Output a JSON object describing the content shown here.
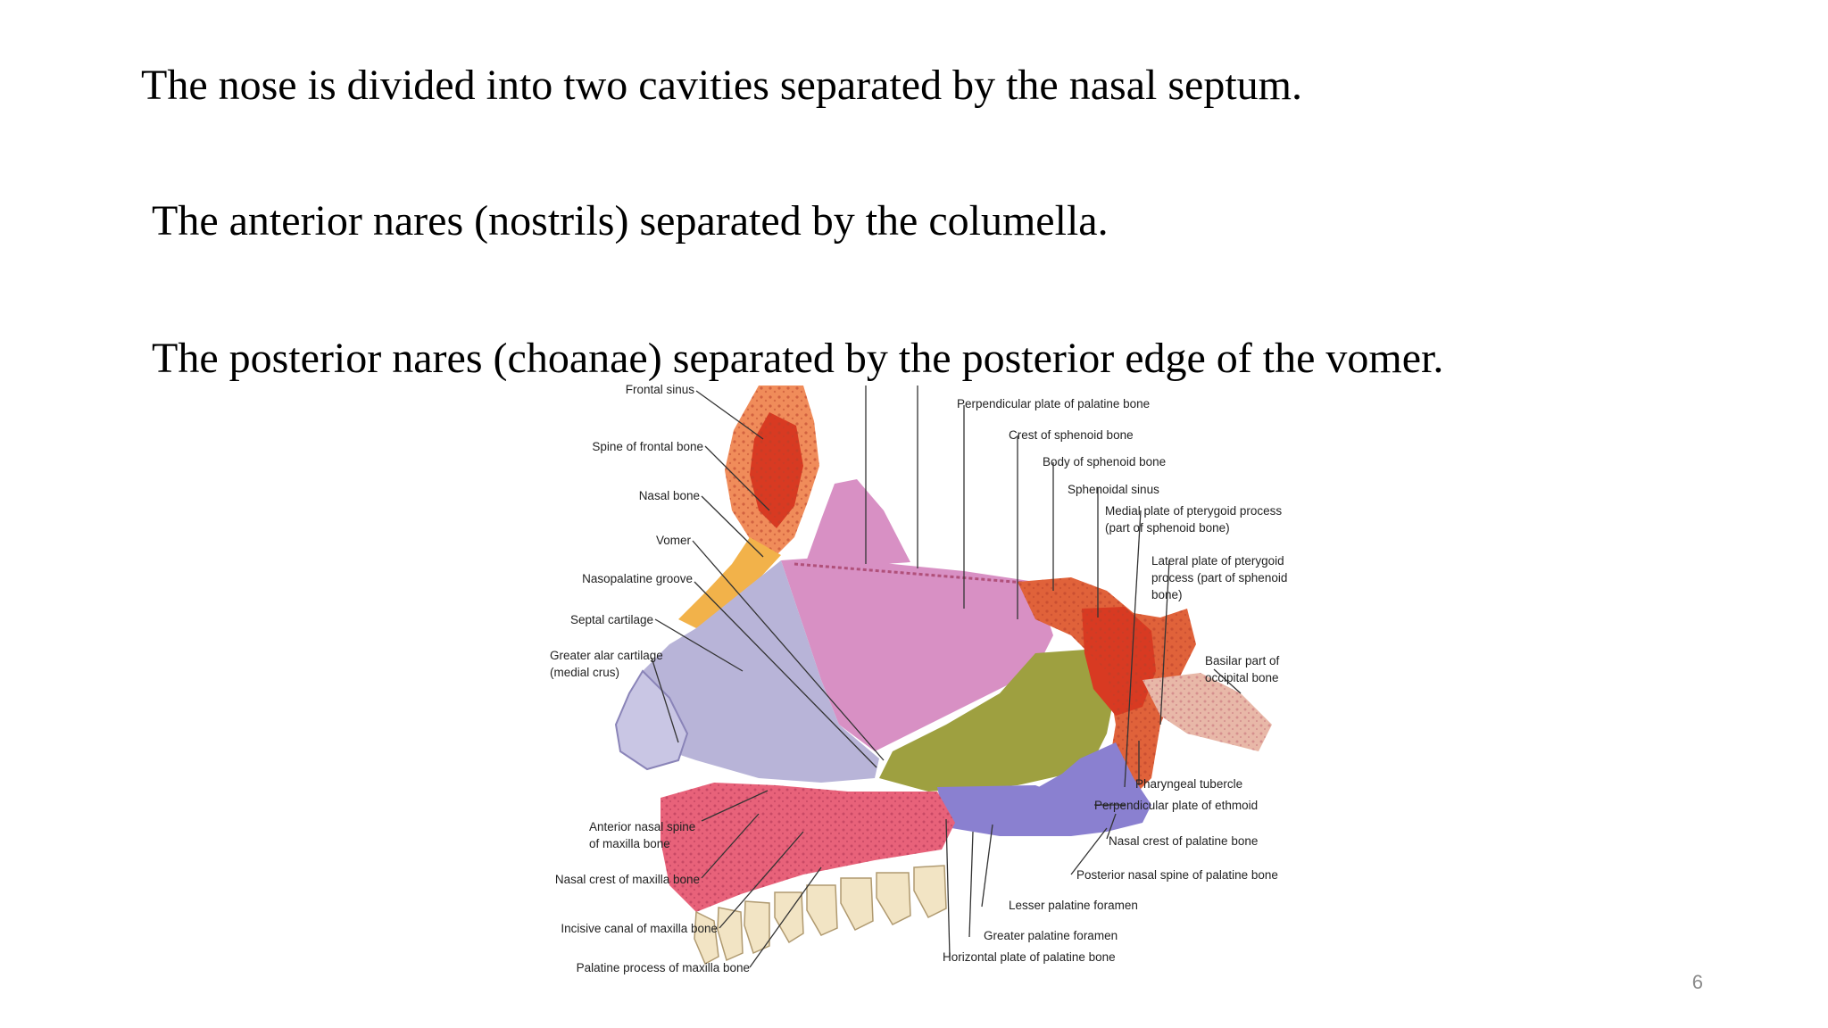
{
  "slide": {
    "bullets": [
      "The nose is divided into two cavities separated by the nasal septum.",
      "The anterior nares (nostrils) separated by the columella.",
      "The posterior nares (choanae) separated by the posterior edge of the vomer."
    ],
    "page_number": "6"
  },
  "figure": {
    "labels": {
      "frontal_sinus": "Frontal sinus",
      "spine_frontal": "Spine of frontal bone",
      "nasal_bone": "Nasal bone",
      "vomer": "Vomer",
      "nasopalatine": "Nasopalatine groove",
      "septal_cartilage": "Septal cartilage",
      "greater_alar": "Greater alar cartilage",
      "greater_alar_2": "(medial crus)",
      "ant_nasal_spine": "Anterior nasal spine",
      "ant_nasal_spine_2": "of maxilla bone",
      "nasal_crest_maxilla": "Nasal crest of maxilla bone",
      "incisive_canal": "Incisive canal of maxilla bone",
      "palatine_process": "Palatine process of maxilla bone",
      "perp_plate_palatine": "Perpendicular plate of palatine bone",
      "crest_sphenoid": "Crest of sphenoid bone",
      "body_sphenoid": "Body of sphenoid bone",
      "sphenoidal_sinus": "Sphenoidal sinus",
      "medial_plate": "Medial plate of pterygoid process",
      "medial_plate_2": "(part of sphenoid bone)",
      "lateral_plate": "Lateral plate of pterygoid",
      "lateral_plate_2": "process (part of sphenoid",
      "lateral_plate_3": "bone)",
      "basilar": "Basilar part of",
      "basilar_2": "occipital bone",
      "pharyngeal_tubercle": "Pharyngeal tubercle",
      "perp_plate_ethmoid": "Perpendicular plate of ethmoid",
      "nasal_crest_palatine": "Nasal crest of palatine bone",
      "post_nasal_spine": "Posterior nasal spine of palatine bone",
      "lesser_palatine": "Lesser palatine foramen",
      "greater_palatine": "Greater palatine foramen",
      "horizontal_plate": "Horizontal plate of palatine bone"
    },
    "colors": {
      "frontal_bone": "#f08c5a",
      "nasal_bone": "#f2b24a",
      "cartilage": "#b8b4d8",
      "ethmoid": "#d890c4",
      "vomer": "#9ea040",
      "sphenoid": "#e0623a",
      "sinus": "#d83a22",
      "occipital": "#e8b8a8",
      "palatine": "#8a80d0",
      "maxilla": "#e8627a",
      "teeth": "#f2e4c4"
    }
  }
}
